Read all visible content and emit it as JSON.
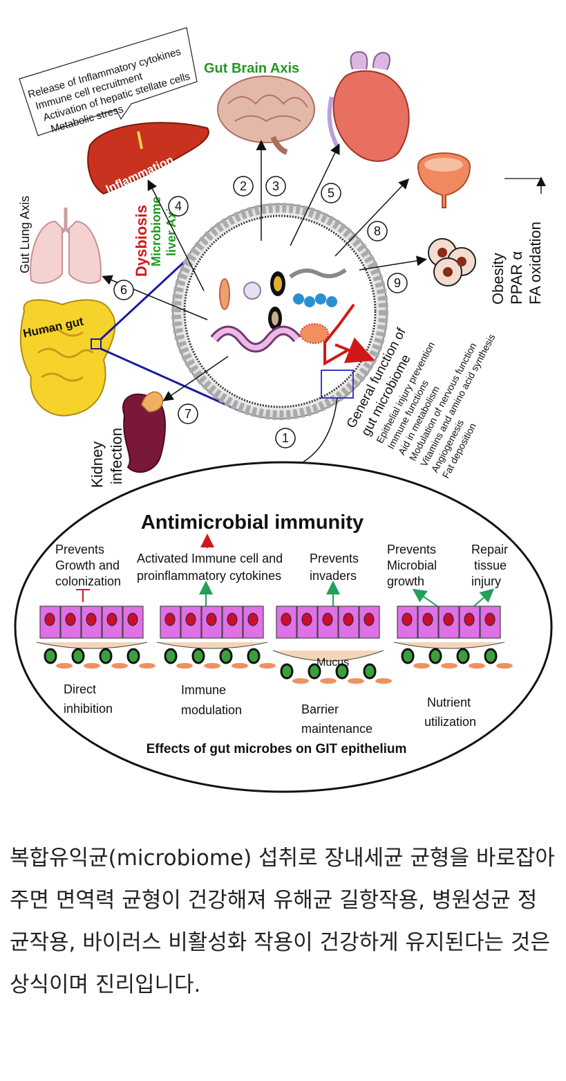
{
  "diagram": {
    "inflammation_notes": [
      "Release of Inflammatory cytokines",
      "Immune cell recruitment",
      "Activation of hepatic stellate cells",
      "Metabolic stress"
    ],
    "liver_label": "Inflammation",
    "gut_brain_axis": "Gut Brain Axis",
    "gut_lung_axis": "Gut Lung Axis",
    "dysbiosis": "Dysbiosis",
    "microbiome_liver_axis": [
      "Microbiome",
      "liver Axis"
    ],
    "human_gut": "Human gut",
    "kidney": [
      "Kidney",
      "infection"
    ],
    "obesity": [
      "Obesity",
      "PPAR α",
      "FA oxidation"
    ],
    "numbers": [
      "1",
      "2",
      "3",
      "4",
      "5",
      "6",
      "7",
      "8",
      "9"
    ],
    "general_function_title": [
      "General function of",
      "gut microbiome"
    ],
    "general_function_items": [
      "Epithelial injury prevention",
      "Immune functions",
      "Aid in metabolism",
      "Modulation of nervous function",
      "Vitamins and amino acid synthesis",
      "Angiogenesis",
      "Fat deposition"
    ],
    "antimicrobial_title": "Antimicrobial immunity",
    "effects_footer": "Effects of  gut microbes on GIT epithelium",
    "panels": [
      {
        "top": [
          "Prevents",
          "Growth and",
          "colonization"
        ],
        "bottom": [
          "Direct",
          "inhibition"
        ]
      },
      {
        "top": [
          "Activated Immune cell  and",
          "proinflammatory cytokines"
        ],
        "bottom": [
          "Immune",
          "modulation"
        ]
      },
      {
        "top": [
          "Prevents",
          "invaders"
        ],
        "bottom": [
          "Barrier",
          "maintenance"
        ],
        "mucus": "Mucus"
      },
      {
        "top": [
          "Prevents",
          "Microbial",
          "growth"
        ],
        "top2": [
          "Repair",
          "tissue",
          "injury"
        ],
        "bottom": [
          "Nutrient",
          "utilization"
        ]
      }
    ]
  },
  "caption": "복합유익균(microbiome) 섭취로 장내세균 균형을 바로잡아주면 면역력 균형이 건강해져 유해균 길항작용, 병원성균 정균작용, 바이러스 비활성화 작용이 건강하게 유지된다는 것은 상식이며 진리입니다.",
  "colors": {
    "blue_line": "#1a1aa0",
    "green_text": "#1e9a1e",
    "red_text": "#d01818",
    "cell_pink": "#e070e8",
    "nucleus": "#c8102e"
  }
}
